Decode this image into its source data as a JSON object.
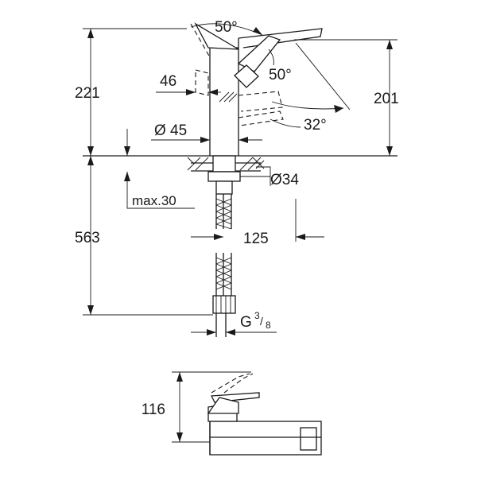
{
  "dimensions": {
    "spout_angle_top": "50°",
    "lever_angle": "50°",
    "lever_tilt": "32°",
    "height_total_above_deck": "221",
    "height_spout_outlet": "201",
    "lever_offset": "46",
    "body_diameter": "Ø 45",
    "hole_diameter": "Ø34",
    "deck_max": "max.30",
    "hose_length": "563",
    "spout_reach": "125",
    "thread_prefix": "G",
    "thread_num": "3",
    "thread_den": "8",
    "side_height": "116"
  },
  "colors": {
    "line": "#1a1a1a",
    "background": "#ffffff"
  }
}
